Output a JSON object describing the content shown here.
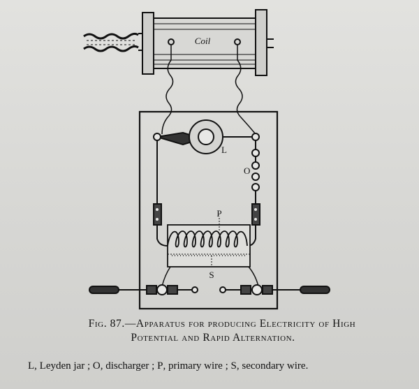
{
  "diagram": {
    "coil_label": "Coil",
    "leyden_jar_label": "L",
    "discharger_label": "O",
    "primary_label": "P",
    "secondary_label": "S"
  },
  "caption": {
    "line1": "Fig. 87.—Apparatus for producing Electricity of High",
    "line2": "Potential and Rapid Alternation."
  },
  "legend": {
    "l_key": "L",
    "l_text": ", Leyden jar ; ",
    "o_key": "O",
    "o_text": ", discharger ; ",
    "p_key": "P",
    "p_text": ", primary wire ; ",
    "s_key": "S",
    "s_text": ", secondary wire."
  }
}
